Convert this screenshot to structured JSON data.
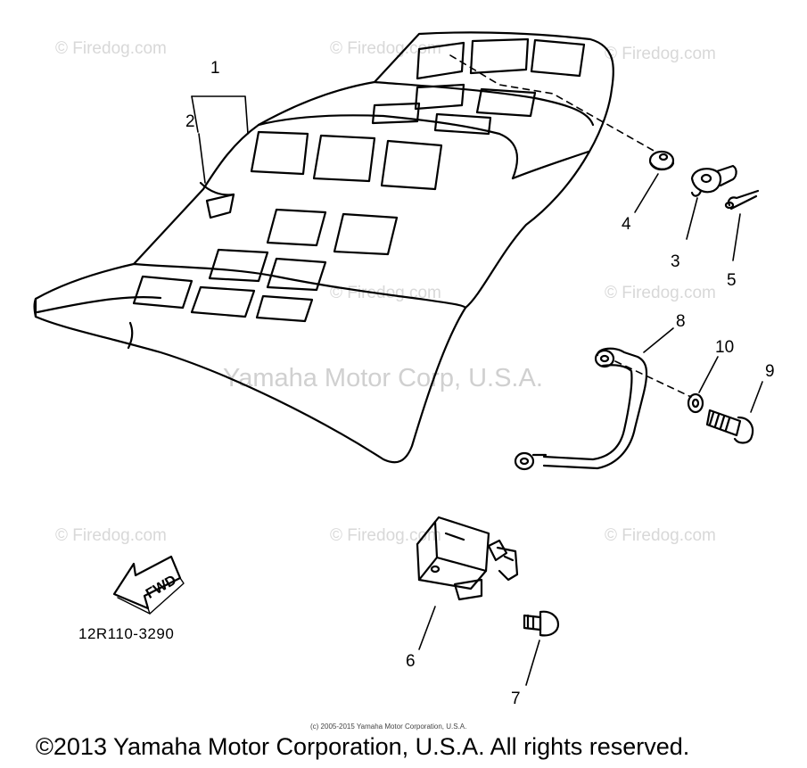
{
  "diagram": {
    "watermarks": {
      "site": "© Firedog.com",
      "center": "Yamaha Motor Corp, U.S.A."
    },
    "callouts": [
      "1",
      "2",
      "3",
      "4",
      "5",
      "6",
      "7",
      "8",
      "9",
      "10"
    ],
    "fwd_label": "FWD",
    "part_code": "12R110-3290",
    "small_copyright": "(c) 2005-2015 Yamaha Motor Corporation, U.S.A.",
    "copyright": "©2013 Yamaha Motor Corporation, U.S.A. All rights reserved."
  }
}
